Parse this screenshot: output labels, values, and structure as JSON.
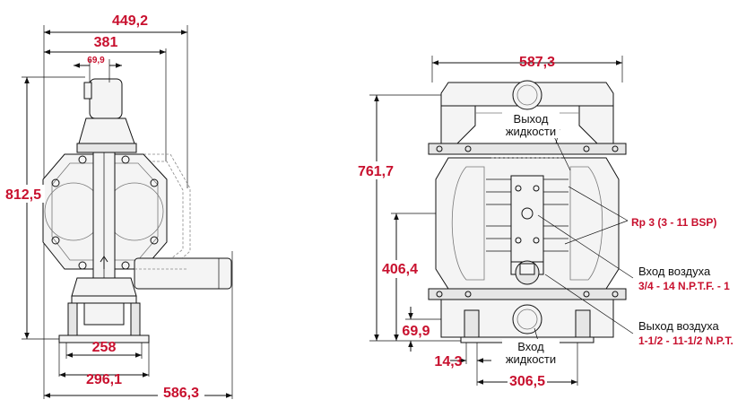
{
  "colors": {
    "dimension": "#c8102e",
    "outline": "#111111"
  },
  "side_view": {
    "dims": {
      "overall_width": "449,2",
      "body_width": "381",
      "top_offset": "69,9",
      "height": "812,5",
      "base_inner": "258",
      "base_outer": "296,1",
      "total_depth": "586,3"
    }
  },
  "front_view": {
    "dims": {
      "width": "587,3",
      "height": "761,7",
      "air_inlet_height": "406,4",
      "bottom_offset": "69,9",
      "foot_offset": "14,3",
      "mount_width": "306,5"
    },
    "labels": {
      "outlet_line1": "Выход",
      "outlet_line2": "жидкости",
      "inlet_line1": "Вход",
      "inlet_line2": "жидкости",
      "port_size": "Rp 3 (3 - 11 BSP)",
      "air_in_title": "Вход воздуха",
      "air_in_thread": "3/4 - 14 N.P.T.F. - 1",
      "air_out_title": "Выход воздуха",
      "air_out_thread": "1-1/2 - 11-1/2 N.P.T."
    }
  }
}
